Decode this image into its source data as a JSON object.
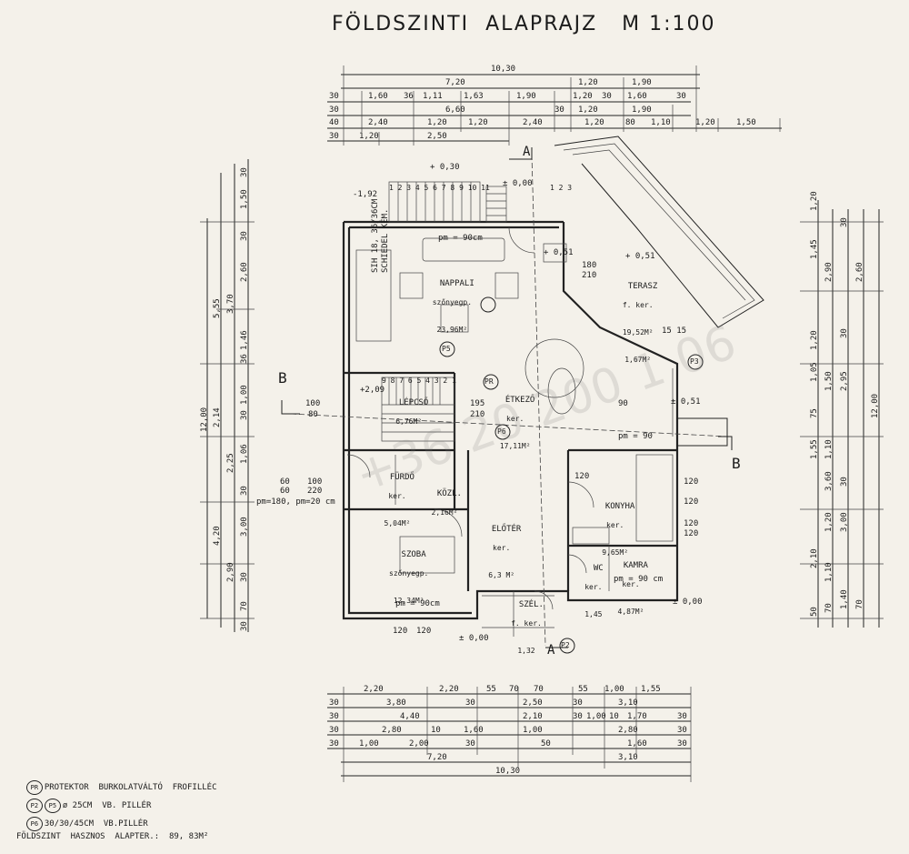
{
  "title": "FÖLDSZINTI  ALAPRAJZ   M 1:100",
  "top_dims": {
    "row1": [
      "10,30"
    ],
    "row2": [
      "7,20",
      "1,20",
      "1,90"
    ],
    "row3": [
      "30",
      "1,60",
      "36",
      "1,11",
      "1,63",
      "1,90",
      "1,20",
      "30",
      "1,60",
      "30"
    ],
    "row4": [
      "30",
      "6,60",
      "30",
      "1,20",
      "1,90"
    ],
    "row5": [
      "40",
      "2,40",
      "1,20",
      "1,20",
      "2,40",
      "1,20",
      "80",
      "1,10",
      "1,20",
      "1,50"
    ],
    "row6": [
      "30",
      "1,20",
      "2,50"
    ]
  },
  "bottom_dims": {
    "row1": [
      "2,20",
      "2,20",
      "55",
      "70",
      "70",
      "55",
      "1,00",
      "1,55"
    ],
    "row2": [
      "30",
      "3,80",
      "30",
      "2,50",
      "30",
      "3,10"
    ],
    "row3": [
      "30",
      "4,40",
      "2,10",
      "30",
      "1,00",
      "10",
      "1,70",
      "30"
    ],
    "row4": [
      "30",
      "2,80",
      "10",
      "1,60",
      "1,00",
      "2,80",
      "30"
    ],
    "row5": [
      "30",
      "1,00",
      "2,00",
      "30",
      "50",
      "1,60",
      "30"
    ],
    "row6": [
      "7,20",
      "3,10"
    ],
    "row7": [
      "10,30"
    ]
  },
  "left_dims": {
    "outer": [
      "12,00"
    ],
    "mid": [
      "5,55",
      "3,70",
      "2,14",
      "2,25",
      "4,20",
      "2,90"
    ],
    "inner": [
      "30",
      "1,50",
      "30",
      "2,60",
      "1,46",
      "36",
      "1,00",
      "30",
      "1,06",
      "30",
      "3,00",
      "30",
      "70",
      "30"
    ]
  },
  "right_dims": {
    "outer": [
      "12,00"
    ],
    "mid": [
      "1,20",
      "1,45",
      "2,90",
      "1,20",
      "2,95",
      "1,55",
      "3,60",
      "3,00",
      "2,10",
      "1,10",
      "1,40",
      "50"
    ],
    "inner": [
      "30",
      "2,60",
      "30",
      "1,50",
      "1,05",
      "75",
      "1,10",
      "30",
      "1,20",
      "70",
      "70"
    ]
  },
  "rooms": [
    {
      "name": "NAPPALI",
      "floor": "szőnyegp.",
      "area": "23,96M²"
    },
    {
      "name": "TERASZ",
      "floor": "f. ker.",
      "area": "19,52M²",
      "extra": "1,67M²"
    },
    {
      "name": "ÉTKEZŐ",
      "floor": "ker.",
      "area": "17,11M²"
    },
    {
      "name": "LÉPCSŐ",
      "floor": "",
      "area": "6,76M²"
    },
    {
      "name": "FÜRDŐ",
      "floor": "ker.",
      "area": "5,04M²"
    },
    {
      "name": "KÖZL.",
      "floor": "",
      "area": "2,16M²"
    },
    {
      "name": "SZOBA",
      "floor": "szőnyegp.",
      "area": "12,34M²"
    },
    {
      "name": "ELŐTÉR",
      "floor": "ker.",
      "area": "6,3 M²"
    },
    {
      "name": "KONYHA",
      "floor": "ker.",
      "area": "9,65M²"
    },
    {
      "name": "KAMRA",
      "floor": "ker.",
      "area": "4,87M²"
    },
    {
      "name": "WC",
      "floor": "ker.",
      "area": "1,45"
    },
    {
      "name": "SZÉL.",
      "floor": "f. ker.",
      "area": "1,32"
    }
  ],
  "annotations": {
    "pm_nappali": "pm = 90cm",
    "pm_szoba": "pm = 90cm",
    "pm_kamra": "pm = 90 cm",
    "pm_konyha": "pm = 90",
    "pm_left": "pm=180, pm=20 cm",
    "chimney": "SIH 18, 36/36CM\nSCHIEDEL KÉM.",
    "lev_030": "+ 0,30",
    "lev_000": "± 0,00",
    "lev_051": "+ 0,51",
    "lev_051b": "± 0,51",
    "lev_209": "+2,09",
    "lev_000b": "± 0,00",
    "lev_000c": "± 0,00",
    "lev_192": "-1,92",
    "stair_steps": "1 2 3 4 5 6 7 8 9 10 11",
    "stair_steps2": "1 2 3",
    "stair_landing": "9 8 7 6 5 4 3 2 1",
    "sec_a": "A",
    "sec_b": "B",
    "p2": "P2",
    "p3": "P3",
    "p5": "P5",
    "p6": "P6",
    "pr": "PR",
    "d100": "100",
    "d80": "80",
    "d60": "60",
    "d100b": "100",
    "d60b": "60",
    "d220": "220",
    "d120a": "120",
    "d120b": "120",
    "d180": "180",
    "d210": "210",
    "d195": "195",
    "d210b": "210",
    "d1515": "15 15",
    "d90": "90",
    "d120c": "120",
    "d120d": "120",
    "d120e": "120",
    "d120f": "120",
    "d120g": "120"
  },
  "legend": [
    {
      "codes": [
        "PR"
      ],
      "text": "PROTEKTOR  BURKOLATVÁLTÓ  FROFILLÉC"
    },
    {
      "codes": [
        "P2",
        "P5"
      ],
      "text": "ø 25CM  VB. PILLÉR"
    },
    {
      "codes": [
        "P6"
      ],
      "text": "30/30/45CM  VB.PILLÉR"
    }
  ],
  "footer": "FÖLDSZINT  HASZNOS  ALAPTER.:  89, 83M²",
  "watermark": "+36 20 200 1 06"
}
